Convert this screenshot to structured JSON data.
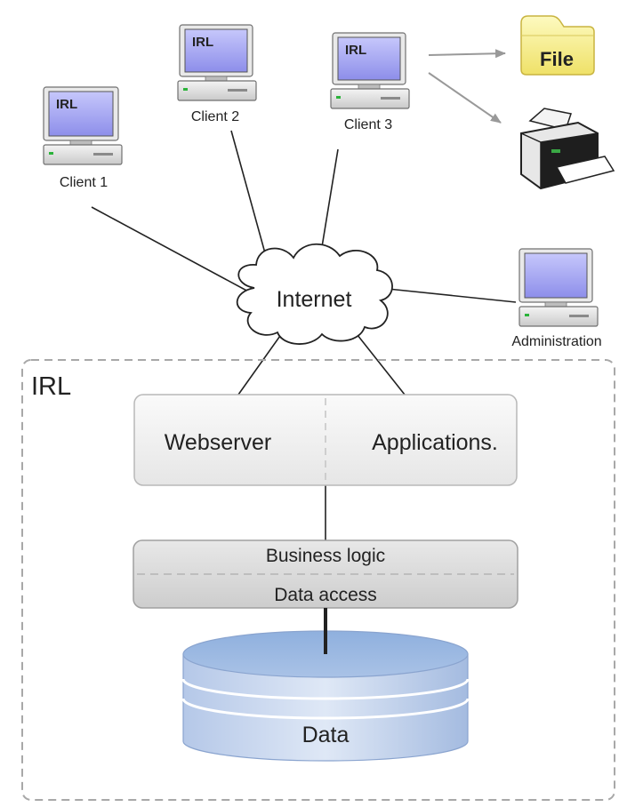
{
  "clients": [
    {
      "screen_text": "IRL",
      "label": "Client 1"
    },
    {
      "screen_text": "IRL",
      "label": "Client 2"
    },
    {
      "screen_text": "IRL",
      "label": "Client 3"
    }
  ],
  "admin": {
    "label": "Administration"
  },
  "cloud": {
    "label": "Internet"
  },
  "outputs": {
    "file_label": "File"
  },
  "system": {
    "label": "IRL",
    "webserver_label": "Webserver",
    "applications_label": "Applications.",
    "business_logic_label": "Business logic",
    "data_access_label": "Data access",
    "data_label": "Data"
  },
  "colors": {
    "screen": "#9b9cf0",
    "folder": "#f7f08a",
    "database": "#a9c2e6",
    "layer_box": "#d8d8d8",
    "dashed_border": "#a8a8a8"
  }
}
